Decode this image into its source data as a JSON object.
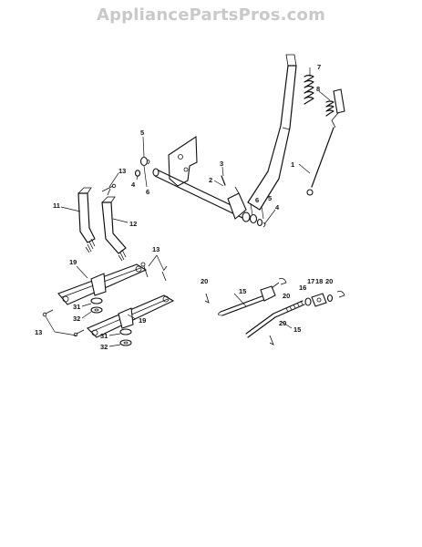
{
  "watermark": "AppliancePartsPros.com",
  "callouts": {
    "c1": "1",
    "c2": "2",
    "c3": "3",
    "c4a": "4",
    "c4b": "4",
    "c5a": "5",
    "c5b": "5",
    "c6a": "6",
    "c6b": "6",
    "c7": "7",
    "c8": "8",
    "c11": "11",
    "c12": "12",
    "c13a": "13",
    "c13b": "13",
    "c13c": "13",
    "c15a": "15",
    "c15b": "15",
    "c16": "16",
    "c17": "17",
    "c18": "18",
    "c19a": "19",
    "c19b": "19",
    "c20a": "20",
    "c20b": "20",
    "c20c": "20",
    "c20d": "20",
    "c31a": "31",
    "c31b": "31",
    "c32a": "32",
    "c32b": "32"
  }
}
